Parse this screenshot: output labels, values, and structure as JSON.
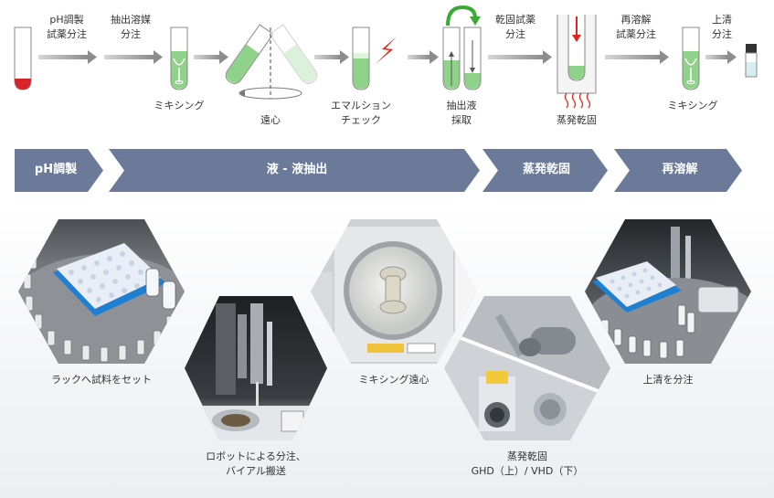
{
  "flow": {
    "steps": [
      {
        "id": "ph",
        "top": "pH調製",
        "bottom_lines": [
          "試薬分注"
        ]
      },
      {
        "id": "solvent",
        "top": "抽出溶媒",
        "bottom_lines": [
          "分注"
        ]
      },
      {
        "id": "mix1",
        "label": "ミキシング"
      },
      {
        "id": "centrifuge",
        "label": "遠心"
      },
      {
        "id": "emulsion",
        "label_lines": [
          "エマルション",
          "チェック"
        ]
      },
      {
        "id": "extract",
        "label_lines": [
          "抽出液",
          "採取"
        ]
      },
      {
        "id": "dry_reagent",
        "top_lines": [
          "乾固試薬",
          "分注"
        ]
      },
      {
        "id": "evaporate",
        "label": "蒸発乾固"
      },
      {
        "id": "redissolve",
        "top_lines": [
          "再溶解",
          "試薬分注"
        ]
      },
      {
        "id": "mix2",
        "label": "ミキシング"
      },
      {
        "id": "supernatant",
        "top_lines": [
          "上清",
          "分注"
        ]
      }
    ]
  },
  "stages": [
    {
      "label": "pH調製"
    },
    {
      "label": "液 - 液抽出"
    },
    {
      "label": "蒸発乾固"
    },
    {
      "label": "再溶解"
    }
  ],
  "photos": [
    {
      "caption_lines": [
        "ラックへ試料をセット"
      ]
    },
    {
      "caption_lines": [
        "ロボットによる分注、",
        "バイアル搬送"
      ]
    },
    {
      "caption_lines": [
        "ミキシング遠心"
      ]
    },
    {
      "caption_lines": [
        "蒸発乾固",
        "GHD（上）/ VHD（下）"
      ]
    },
    {
      "caption_lines": [
        "上清を分注"
      ]
    }
  ],
  "colors": {
    "stage_fill": "#6b7a99",
    "arrow_gray": "#8c8c8c",
    "liquid_green": "#8fd28a",
    "sample_red": "#d9232b",
    "lightning": "#e2231a",
    "recycle_green": "#3aaa35"
  }
}
